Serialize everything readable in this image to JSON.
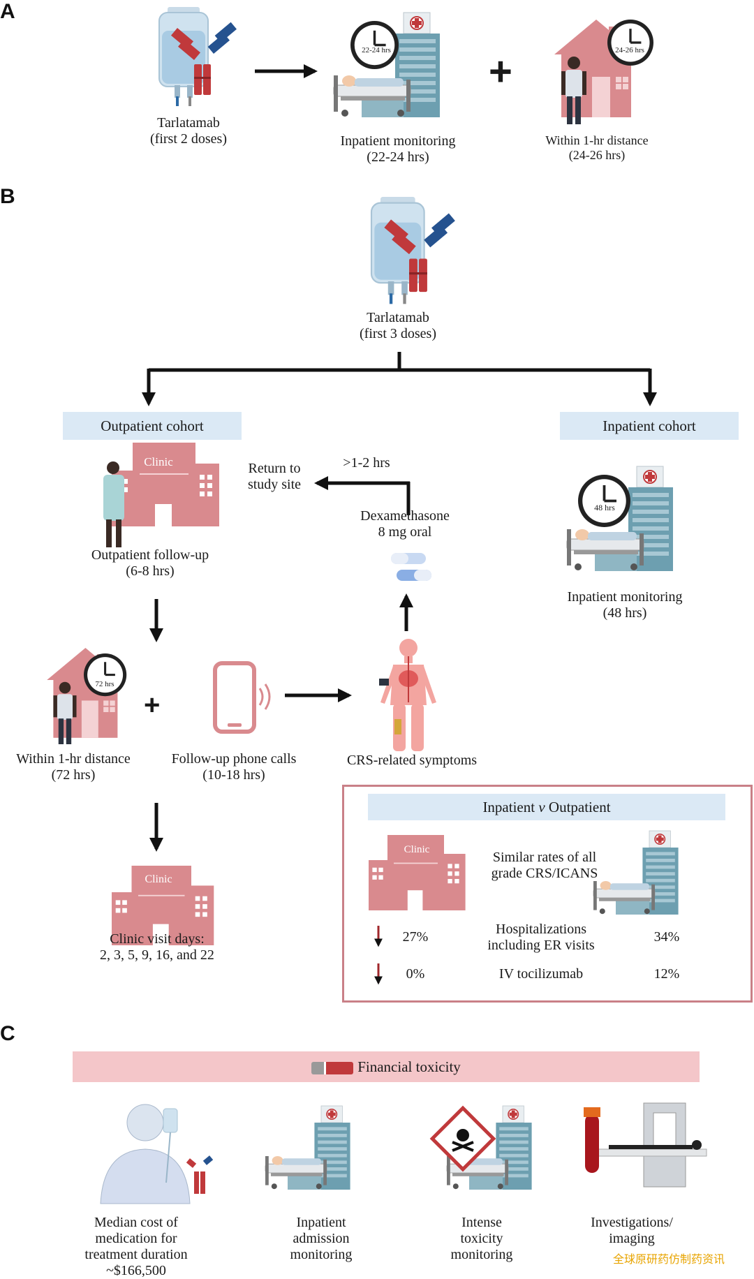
{
  "panels": {
    "a": "A",
    "b": "B",
    "c": "C"
  },
  "panel_a": {
    "drug": {
      "line1": "Tarlatamab",
      "line2": "(first 2 doses)"
    },
    "inpatient": {
      "line1": "Inpatient monitoring",
      "line2": "(22-24 hrs)",
      "clock": "22-24 hrs"
    },
    "home": {
      "line1": "Within 1-hr distance",
      "line2": "(24-26 hrs)",
      "clock": "24-26 hrs"
    }
  },
  "panel_b": {
    "drug": {
      "line1": "Tarlatamab",
      "line2": "(first 3 doses)"
    },
    "outpatient_cohort": "Outpatient  cohort",
    "inpatient_cohort": "Inpatient  cohort",
    "clinic_sign": "Clinic",
    "outpatient_followup": {
      "line1": "Outpatient follow-up",
      "line2": "(6-8 hrs)"
    },
    "return": {
      "line1": "Return to",
      "line2": "study site"
    },
    "return_time": ">1-2 hrs",
    "dexamethasone": {
      "line1": "Dexamethasone",
      "line2": "8 mg oral"
    },
    "inpatient_monitoring": {
      "line1": "Inpatient monitoring",
      "line2": "(48 hrs)",
      "clock": "48 hrs"
    },
    "home": {
      "line1": "Within 1-hr distance",
      "line2": "(72 hrs)",
      "clock": "72 hrs"
    },
    "phone": {
      "line1": "Follow-up phone calls",
      "line2": "(10-18 hrs)"
    },
    "crs": "CRS-related symptoms",
    "clinic_visits": {
      "line1": "Clinic visit days:",
      "line2": "2, 3, 5, 9, 16, and 22"
    },
    "comparison": {
      "title_a": "Inpatient ",
      "title_v": "v",
      "title_b": " Outpatient",
      "row1": {
        "line1": "Similar rates of all",
        "line2": "grade CRS/ICANS"
      },
      "row2": {
        "out": "27%",
        "line1": "Hospitalizations",
        "line2": "including ER visits",
        "in": "34%"
      },
      "row3": {
        "out": "0%",
        "label": "IV tocilizumab",
        "in": "12%"
      }
    }
  },
  "panel_c": {
    "banner": "Financial toxicity",
    "items": [
      {
        "line1": "Median cost of",
        "line2": "medication for",
        "line3": "treatment duration",
        "line4": "~$166,500"
      },
      {
        "line1": "Inpatient",
        "line2": "admission",
        "line3": "monitoring"
      },
      {
        "line1": "Intense",
        "line2": "toxicity",
        "line3": "monitoring"
      },
      {
        "line1": "Investigations/",
        "line2": "imaging"
      }
    ]
  },
  "watermark": "全球原研药仿制药资讯",
  "colors": {
    "clinic_red": "#d98a8e",
    "hospital_teal": "#6d9fb0",
    "antibody_red": "#c0393b",
    "antibody_blue": "#25528f",
    "cohort_blue": "#dbe9f5",
    "banner_pink": "#f4c6c9"
  }
}
